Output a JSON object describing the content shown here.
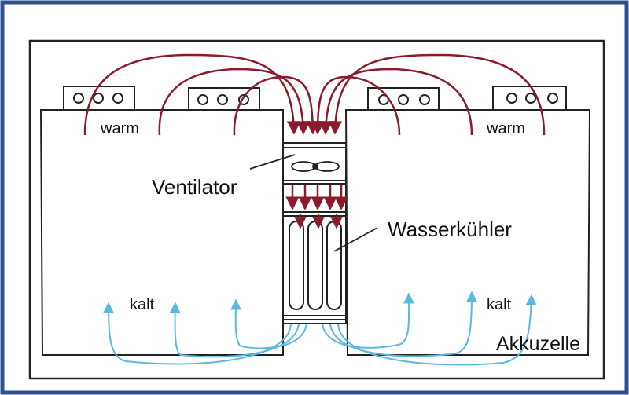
{
  "diagram": {
    "labels": {
      "warm_left": "warm",
      "warm_right": "warm",
      "ventilator": "Ventilator",
      "wasserkuehler": "Wasserkühler",
      "kalt_left": "kalt",
      "kalt_right": "kalt",
      "akkuzelle": "Akkuzelle"
    },
    "colors": {
      "outer_border": "#2e5090",
      "frame_bg": "#ffffff",
      "warm_arrows": "#8b1a2a",
      "cold_arrows": "#5bb8e0",
      "ink": "#222222"
    }
  }
}
